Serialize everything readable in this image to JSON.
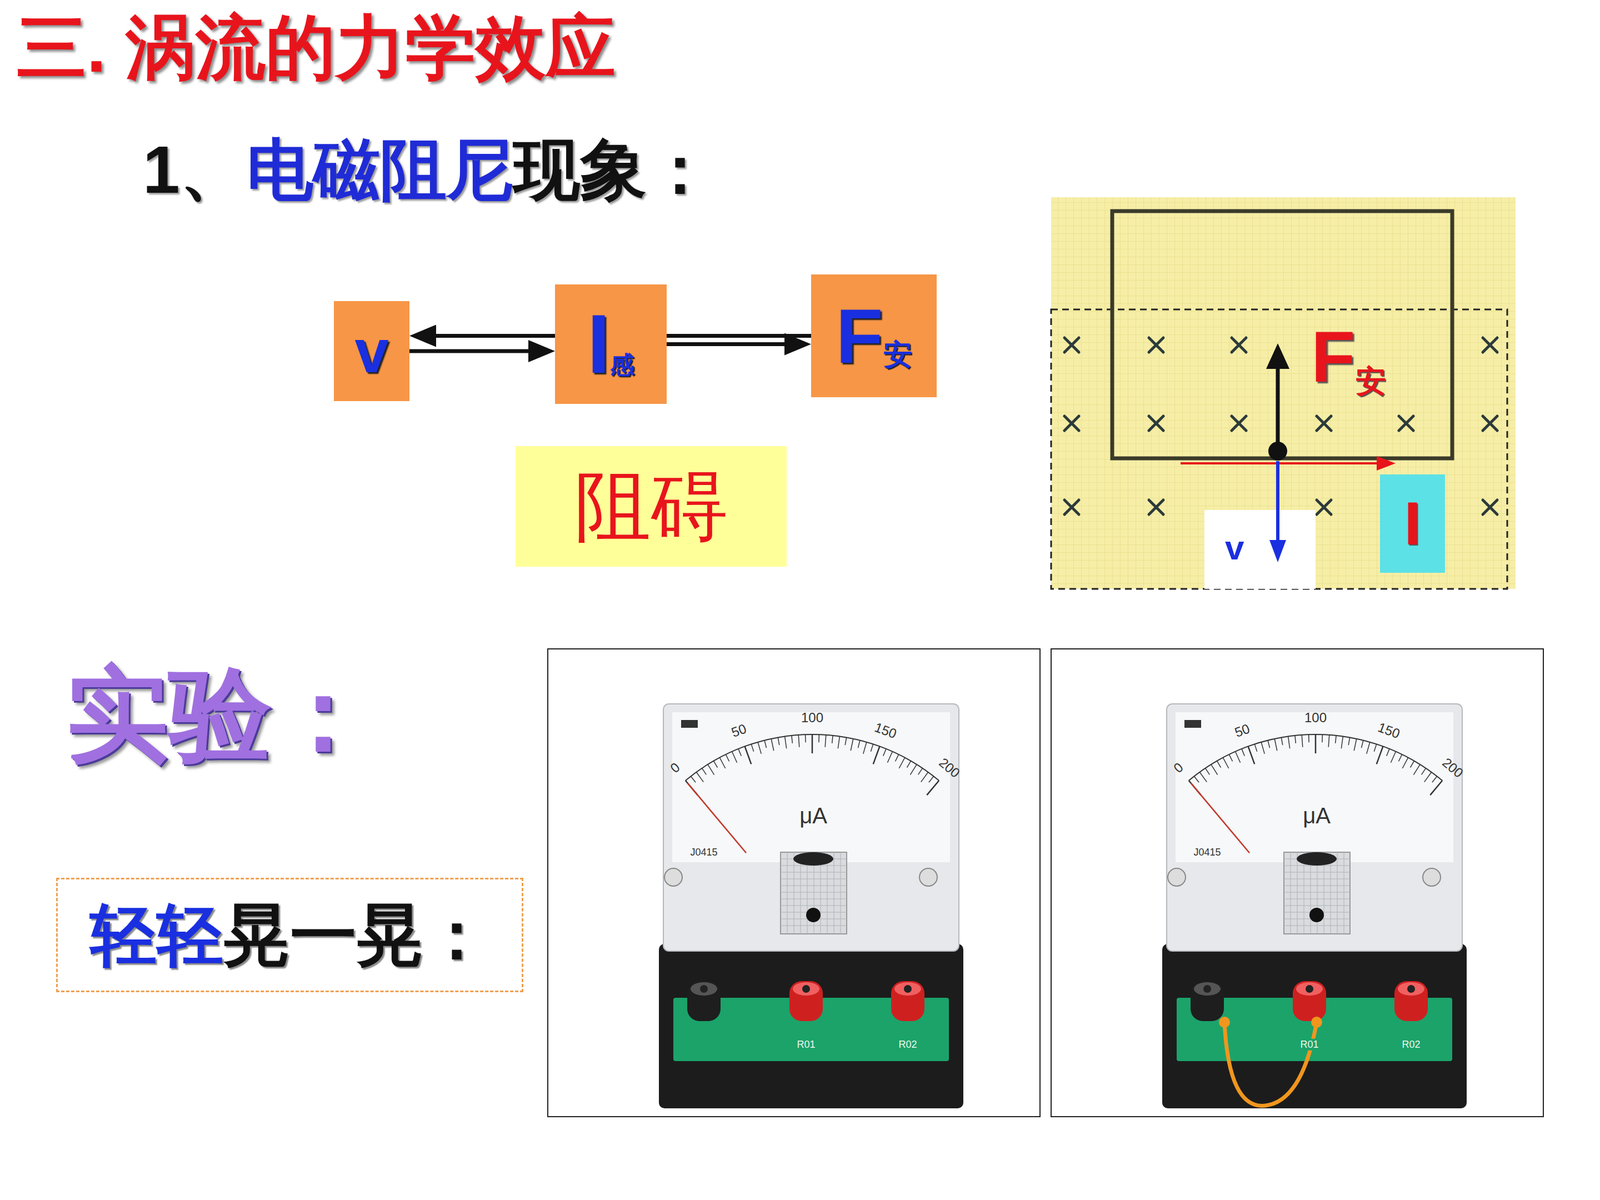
{
  "diagram": {
    "title": "三. 涡流的力学效应",
    "nodes": [
      {
        "text": [
          "v"
        ]
      },
      {
        "text": [
          "I",
          "感"
        ]
      },
      {
        "text": [
          "F",
          "安"
        ]
      },
      {
        "text": [
          "阻碍"
        ]
      },
      {
        "text": [
          "I"
        ]
      },
      {
        "text": [
          "轻轻",
          "晃一晃："
        ]
      }
    ],
    "edges": [
      {
        "from": 0,
        "to": 1,
        "arrow": "to"
      },
      {
        "from": 1,
        "to": 2,
        "arrow": "to"
      },
      {
        "from": 2,
        "to": 0,
        "arrow": "to"
      }
    ],
    "labels": [
      "1、",
      "电磁阻尼",
      "现象：",
      "F",
      "安",
      "v",
      "实验：",
      "0",
      "50",
      "100",
      "150",
      "200",
      "μA",
      "J0415",
      "R01",
      "R02",
      "0",
      "50",
      "100",
      "150",
      "200",
      "μA",
      "J0415",
      "R01",
      "R02"
    ]
  }
}
